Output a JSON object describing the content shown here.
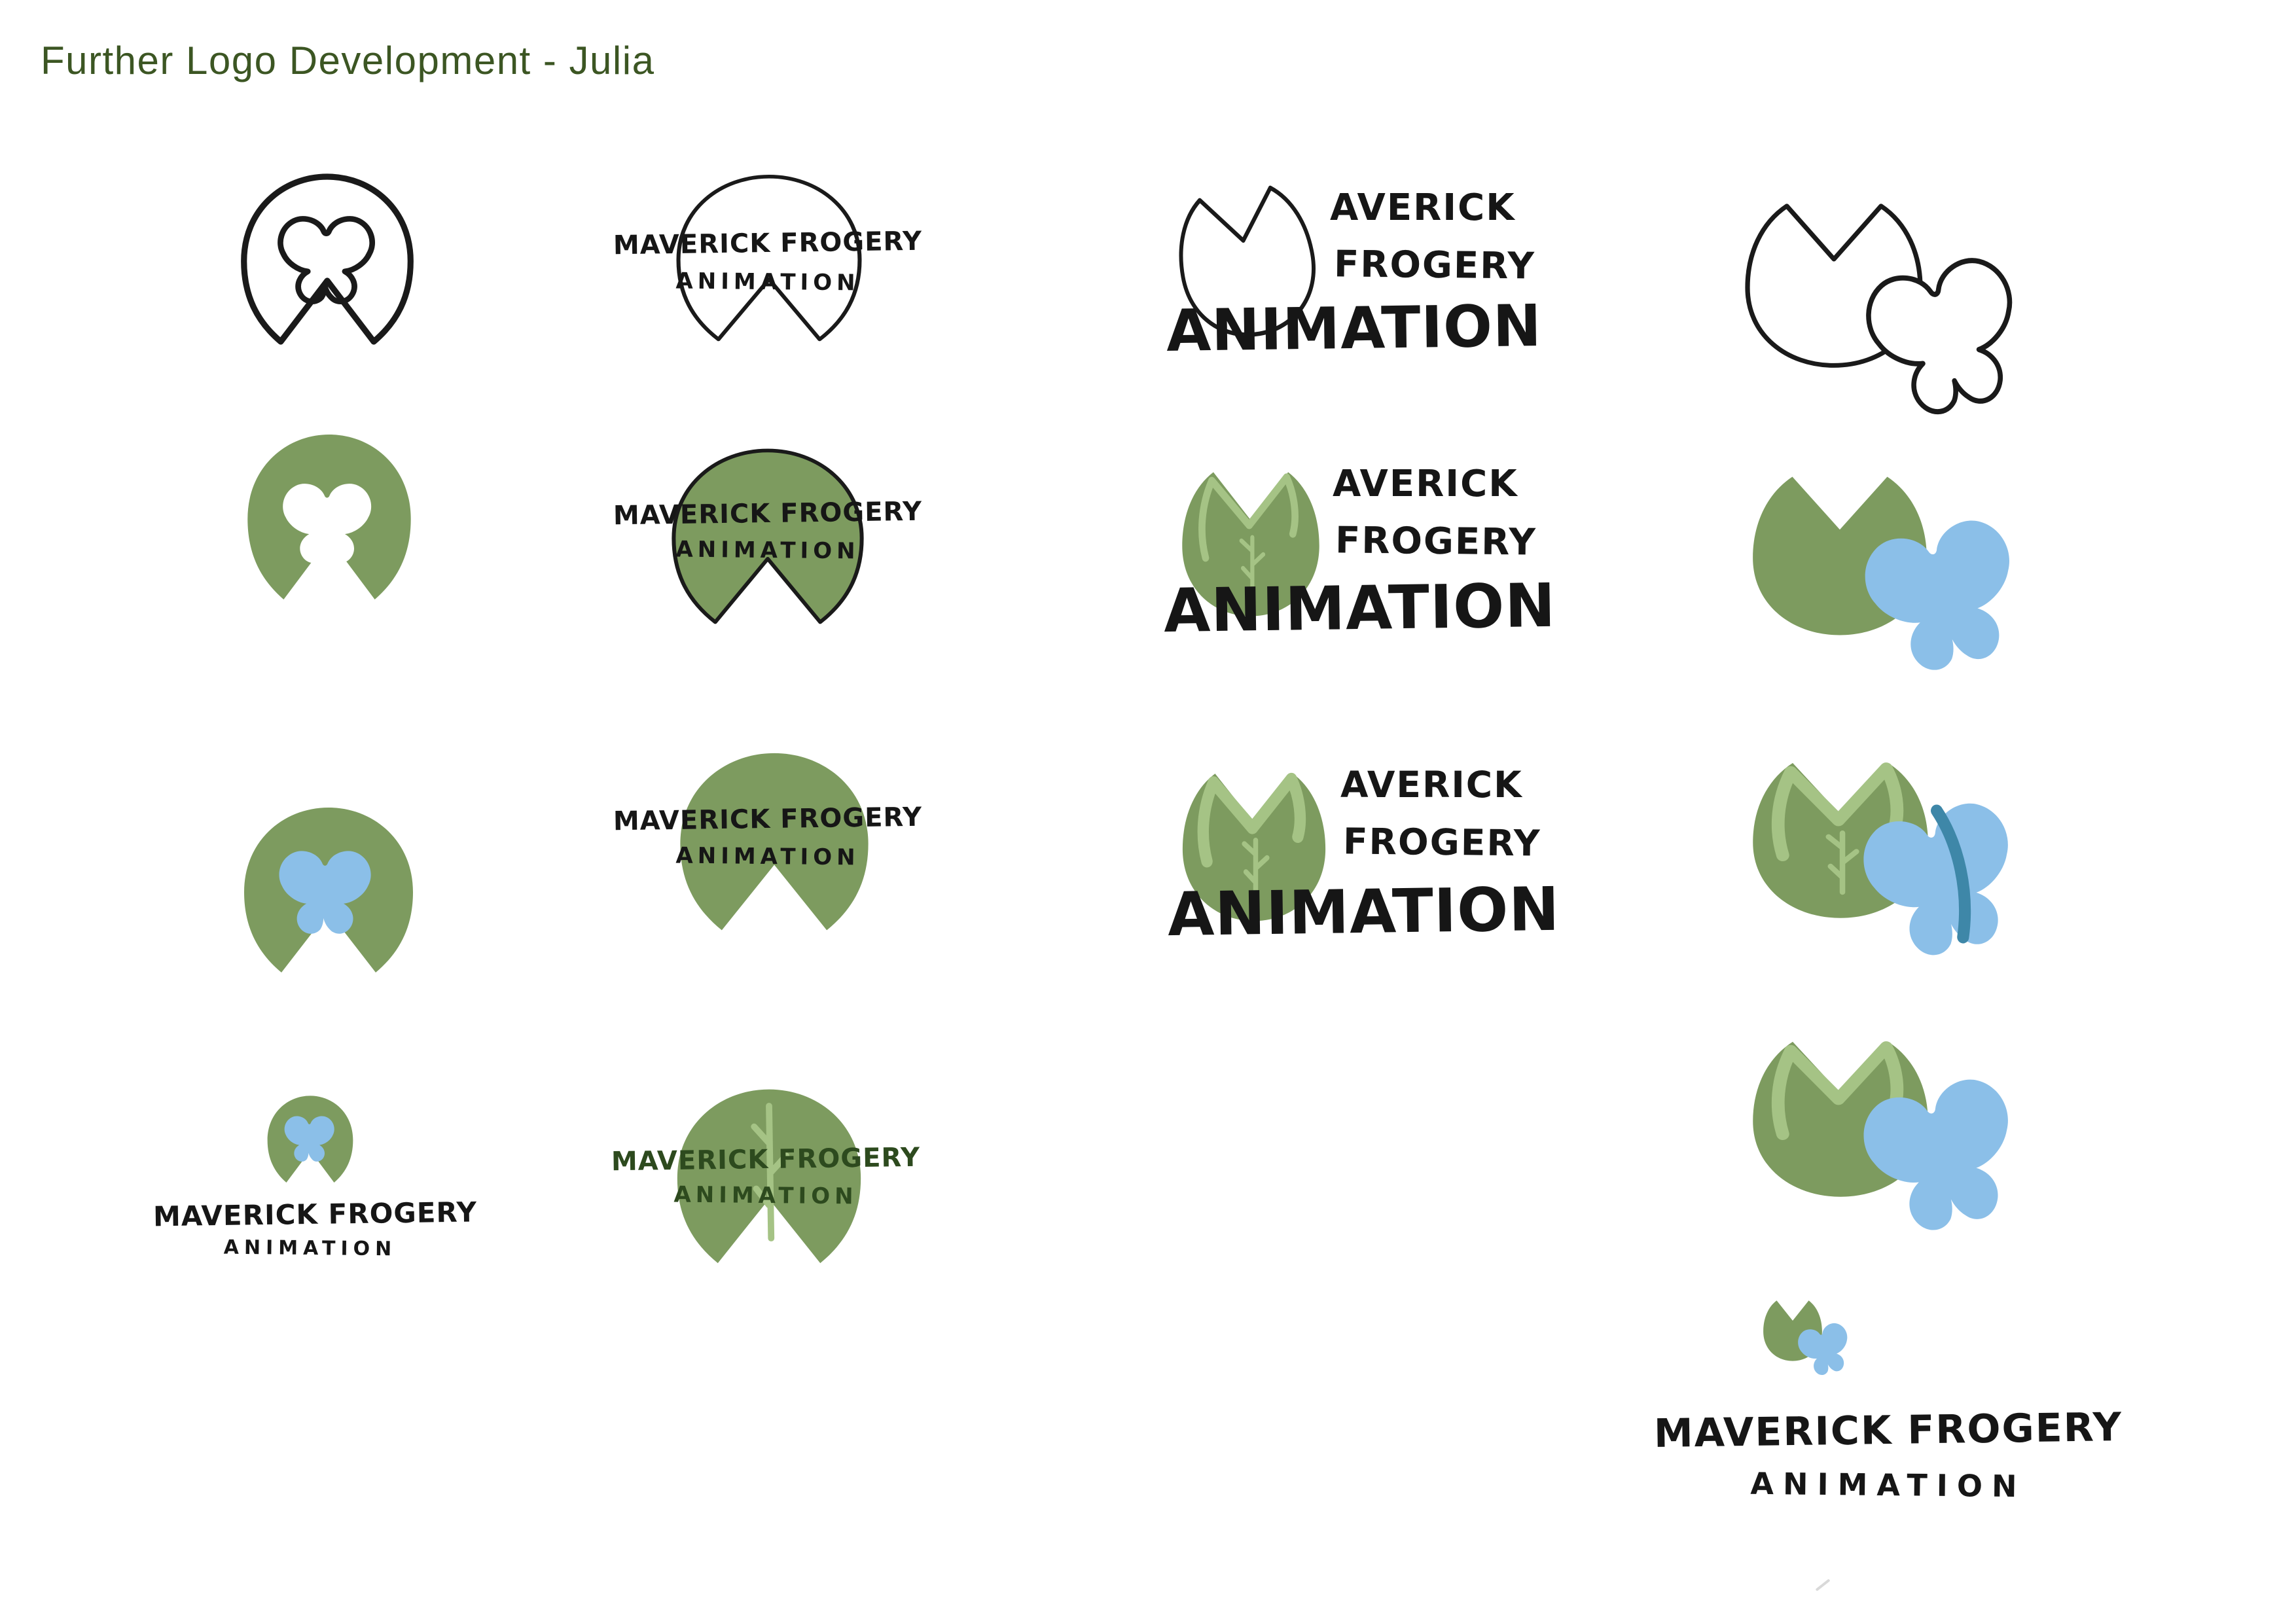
{
  "header": {
    "title": "Further Logo Development - Julia"
  },
  "brand": {
    "name": "MAVERICK FROGERY",
    "animation": "ANIMATION",
    "m_rest": "AVERICK",
    "frogery": "FROGERY"
  },
  "colors": {
    "title_green": "#3C5623",
    "pad_green": "#7D9B5F",
    "vein_green": "#A5C385",
    "butterfly_blue": "#8BBFE8",
    "butterfly_stripe": "#3E87A8",
    "ink_black": "#1A1A1A",
    "wordmark_dark_green": "#2D4A1E",
    "background": "#FFFFFF"
  },
  "cells": [
    {
      "row": 1,
      "col": 1,
      "variant": "lilypad-outline-with-butterfly-outline"
    },
    {
      "row": 1,
      "col": 2,
      "variant": "lilypad-outline-with-wordmark"
    },
    {
      "row": 1,
      "col": 3,
      "variant": "lilypad-outline-as-M-wordmark"
    },
    {
      "row": 1,
      "col": 4,
      "variant": "lilypad-outline-with-butterfly-beside"
    },
    {
      "row": 2,
      "col": 1,
      "variant": "green-lilypad-white-butterfly-cutout"
    },
    {
      "row": 2,
      "col": 2,
      "variant": "green-lilypad-outlined-with-wordmark"
    },
    {
      "row": 2,
      "col": 3,
      "variant": "green-lilypad-veins-as-M-wordmark"
    },
    {
      "row": 2,
      "col": 4,
      "variant": "green-lilypad-blue-butterfly-beside"
    },
    {
      "row": 3,
      "col": 1,
      "variant": "green-lilypad-blue-butterfly"
    },
    {
      "row": 3,
      "col": 2,
      "variant": "green-lilypad-with-wordmark"
    },
    {
      "row": 3,
      "col": 3,
      "variant": "green-lilypad-bold-veins-as-M-wordmark"
    },
    {
      "row": 3,
      "col": 4,
      "variant": "green-lilypad-veins-blue-butterfly-overlap"
    },
    {
      "row": 4,
      "col": 1,
      "variant": "green-lilypad-blue-butterfly-stacked-wordmark"
    },
    {
      "row": 4,
      "col": 2,
      "variant": "green-lilypad-stem-vein-green-wordmark"
    },
    {
      "row": 4,
      "col": 4,
      "variant": "green-lilypad-veins-blue-butterfly"
    },
    {
      "row": 5,
      "col": 4,
      "variant": "small-lockup-with-stacked-wordmark"
    }
  ]
}
